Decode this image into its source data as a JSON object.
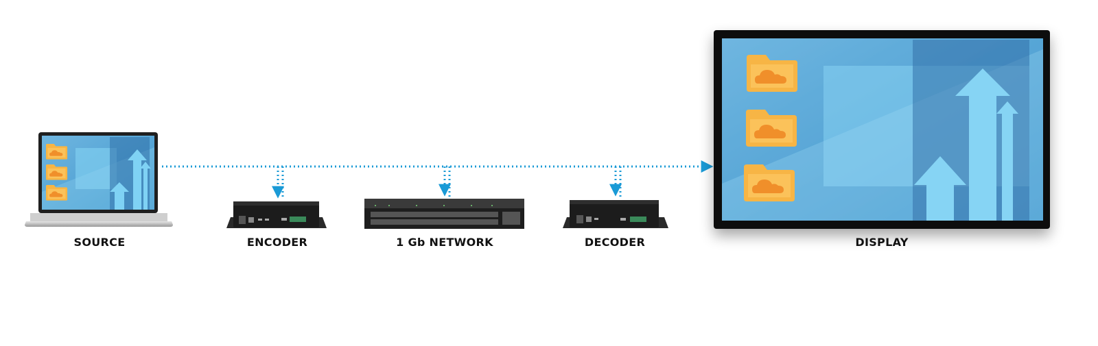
{
  "colors": {
    "signal_line": "#1a9ad6",
    "screen_blue": "#5fb8e6",
    "folder_orange": "#f7b544",
    "device_black": "#1c1c1c"
  },
  "nodes": [
    {
      "id": "source",
      "label": "SOURCE",
      "icon": "laptop-icon"
    },
    {
      "id": "encoder",
      "label": "ENCODER",
      "icon": "encoder-box-icon"
    },
    {
      "id": "network",
      "label": "1 Gb NETWORK",
      "icon": "network-switch-icon"
    },
    {
      "id": "decoder",
      "label": "DECODER",
      "icon": "decoder-box-icon"
    },
    {
      "id": "display",
      "label": "DISPLAY",
      "icon": "display-screen-icon"
    }
  ]
}
